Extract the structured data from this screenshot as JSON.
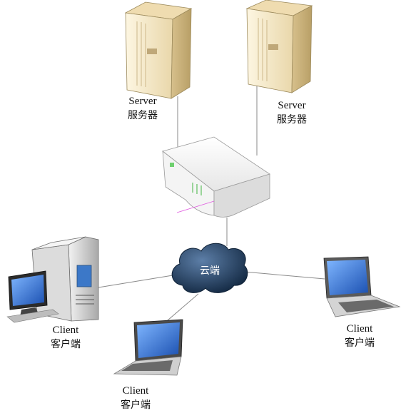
{
  "nodes": {
    "server_left": {
      "label_en": "Server",
      "label_zh": "服务器"
    },
    "server_right": {
      "label_en": "Server",
      "label_zh": "服务器"
    },
    "cloud": {
      "label": "云端"
    },
    "client_desktop": {
      "label_en": "Client",
      "label_zh": "客户端"
    },
    "client_laptop_bottom": {
      "label_en": "Client",
      "label_zh": "客户端"
    },
    "client_laptop_right": {
      "label_en": "Client",
      "label_zh": "客户端"
    }
  },
  "colors": {
    "server_body": "#f3e6c6",
    "cloud_fill": "#1f3b5c",
    "screen_blue": "#2a72d4",
    "connector_line": "#7a7a7a"
  },
  "icons": [
    "server-icon",
    "network-switch-icon",
    "cloud-icon",
    "desktop-computer-icon",
    "laptop-icon"
  ]
}
